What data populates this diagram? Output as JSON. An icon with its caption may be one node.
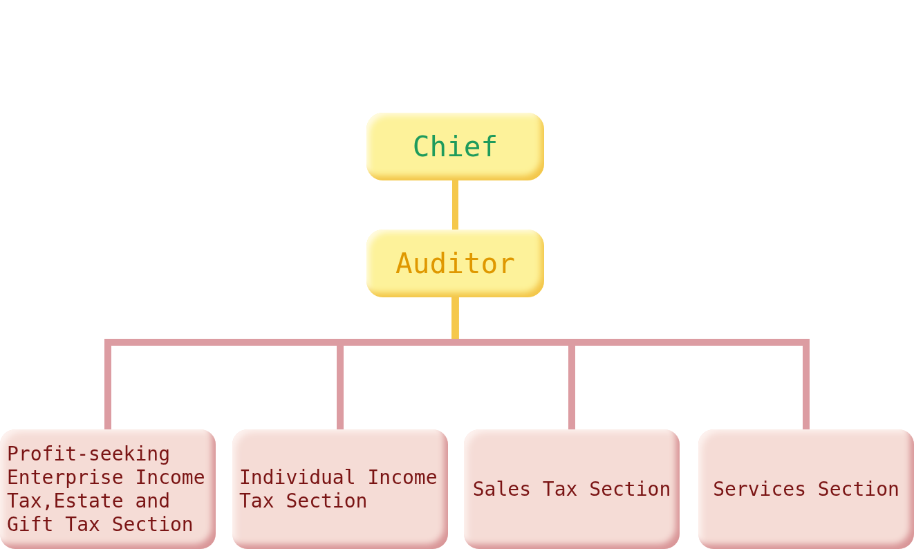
{
  "diagram": {
    "nodes": [
      {
        "text": [
          "Chief"
        ]
      },
      {
        "text": [
          "Auditor"
        ]
      },
      {
        "text": [
          "Profit-seeking Enterprise Income Tax,Estate and Gift Tax Section"
        ]
      },
      {
        "text": [
          "Individual Income Tax Section"
        ]
      },
      {
        "text": [
          "Sales Tax Section"
        ]
      },
      {
        "text": [
          "Services Section"
        ]
      }
    ],
    "edges": [
      {
        "from": 0,
        "to": 1,
        "arrow": "none",
        "color": "#f5c84c"
      },
      {
        "from": 1,
        "to": 2,
        "arrow": "none"
      },
      {
        "from": 1,
        "to": 3,
        "arrow": "none"
      },
      {
        "from": 1,
        "to": 4,
        "arrow": "none"
      },
      {
        "from": 1,
        "to": 5,
        "arrow": "none"
      }
    ]
  }
}
